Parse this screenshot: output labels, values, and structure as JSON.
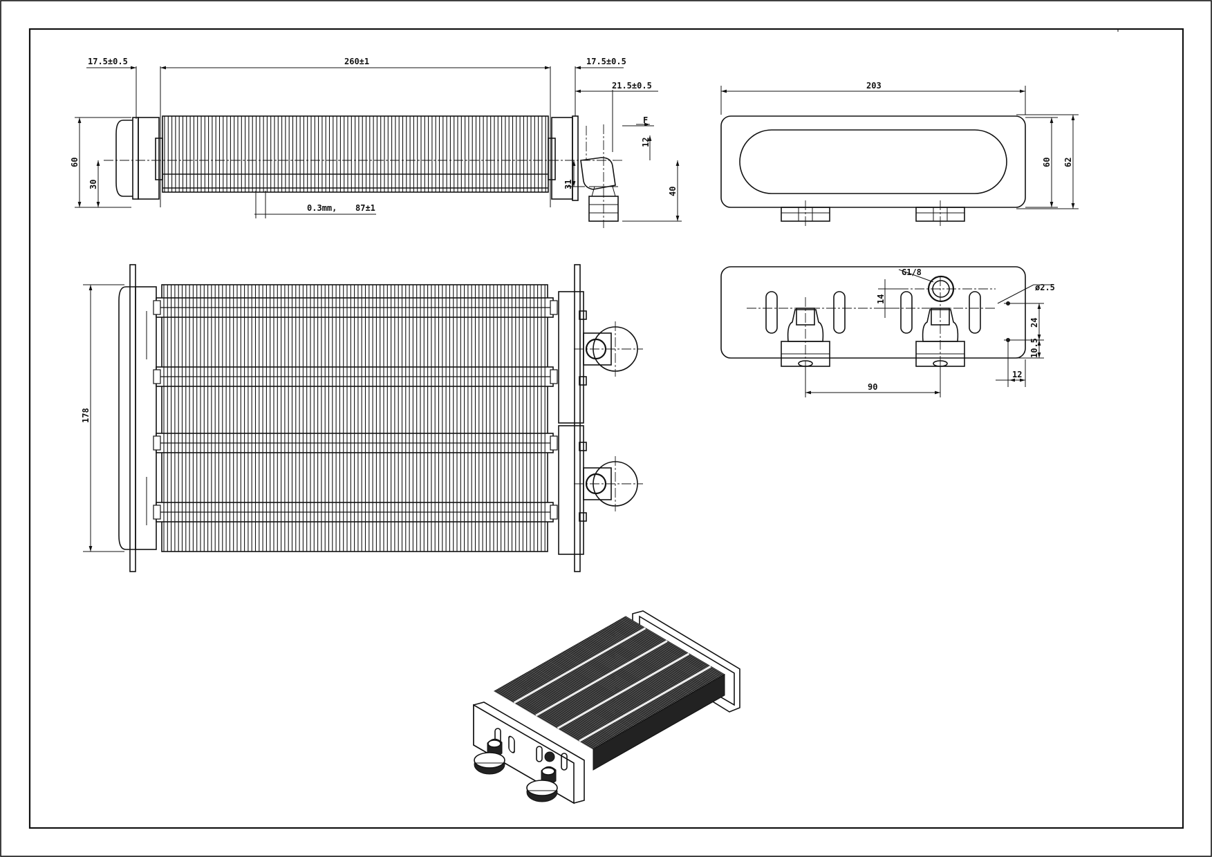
{
  "dimensions": {
    "top_left_offset": "17.5±0.5",
    "core_length": "260±1",
    "top_right_offset": "17.5±0.5",
    "outlet_offset": "21.5±0.5",
    "side_height_60": "60",
    "side_height_30": "30",
    "fin_thickness": "0.3mm,",
    "fin_count": "87±1",
    "view_label_f": "F",
    "pipe_12": "12",
    "pipe_31": "31",
    "pipe_40": "40",
    "front_height": "178",
    "end_width": "203",
    "end_height_60": "60",
    "end_height_62": "62",
    "thread_size": "G1/8",
    "hole_dia": "ø2.5",
    "dim_14": "14",
    "dim_24": "24",
    "dim_10_5": "10.5",
    "dim_12b": "12",
    "pipe_spacing": "90"
  }
}
